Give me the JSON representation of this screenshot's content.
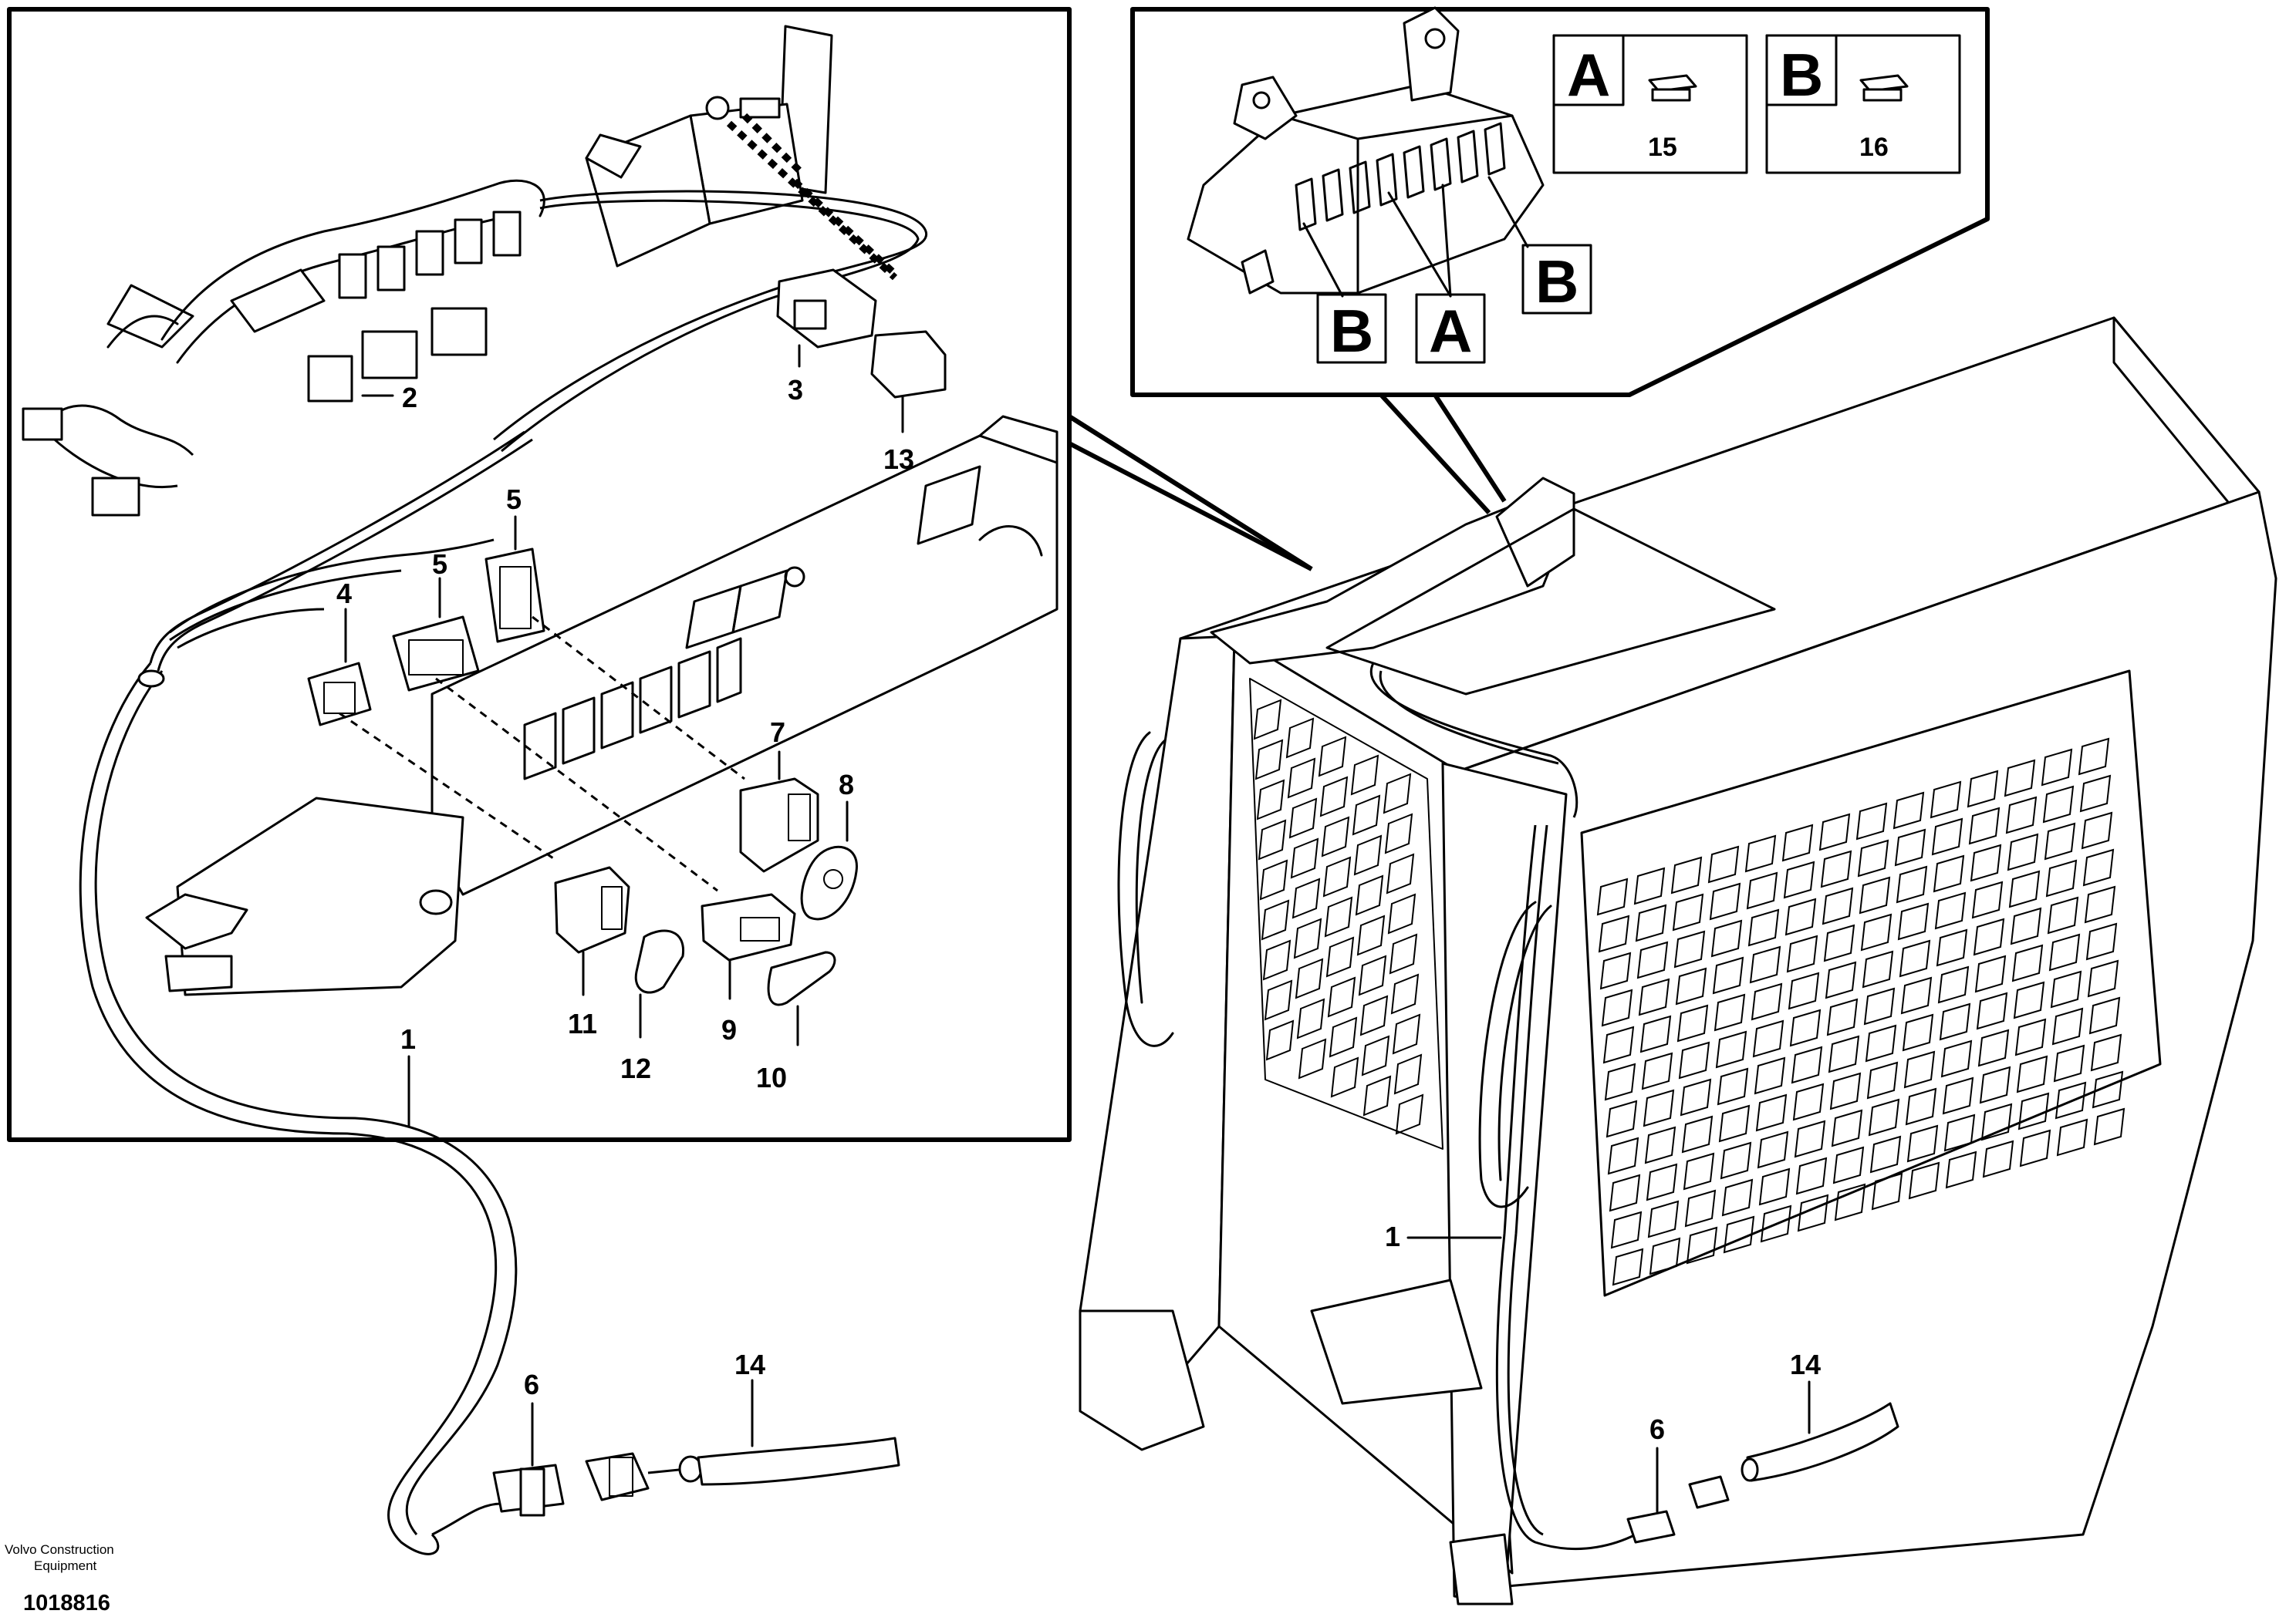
{
  "callouts": {
    "c1_left": "1",
    "c2": "2",
    "c3": "3",
    "c4": "4",
    "c5a": "5",
    "c5b": "5",
    "c6_left": "6",
    "c7": "7",
    "c8": "8",
    "c9": "9",
    "c10": "10",
    "c11": "11",
    "c12": "12",
    "c13": "13",
    "c14_left": "14",
    "c1_right": "1",
    "c6_right": "6",
    "c14_right": "14"
  },
  "fuse_box_detail": {
    "legend_a": {
      "letter": "A",
      "value": "15"
    },
    "legend_b": {
      "letter": "B",
      "value": "16"
    },
    "label_b_right": "B",
    "label_b_bottom": "B",
    "label_a_bottom": "A"
  },
  "footer": {
    "company_line1": "Volvo Construction",
    "company_line2": "Equipment",
    "drawing_number": "1018816"
  },
  "colors": {
    "line": "#000000",
    "background": "#ffffff"
  }
}
